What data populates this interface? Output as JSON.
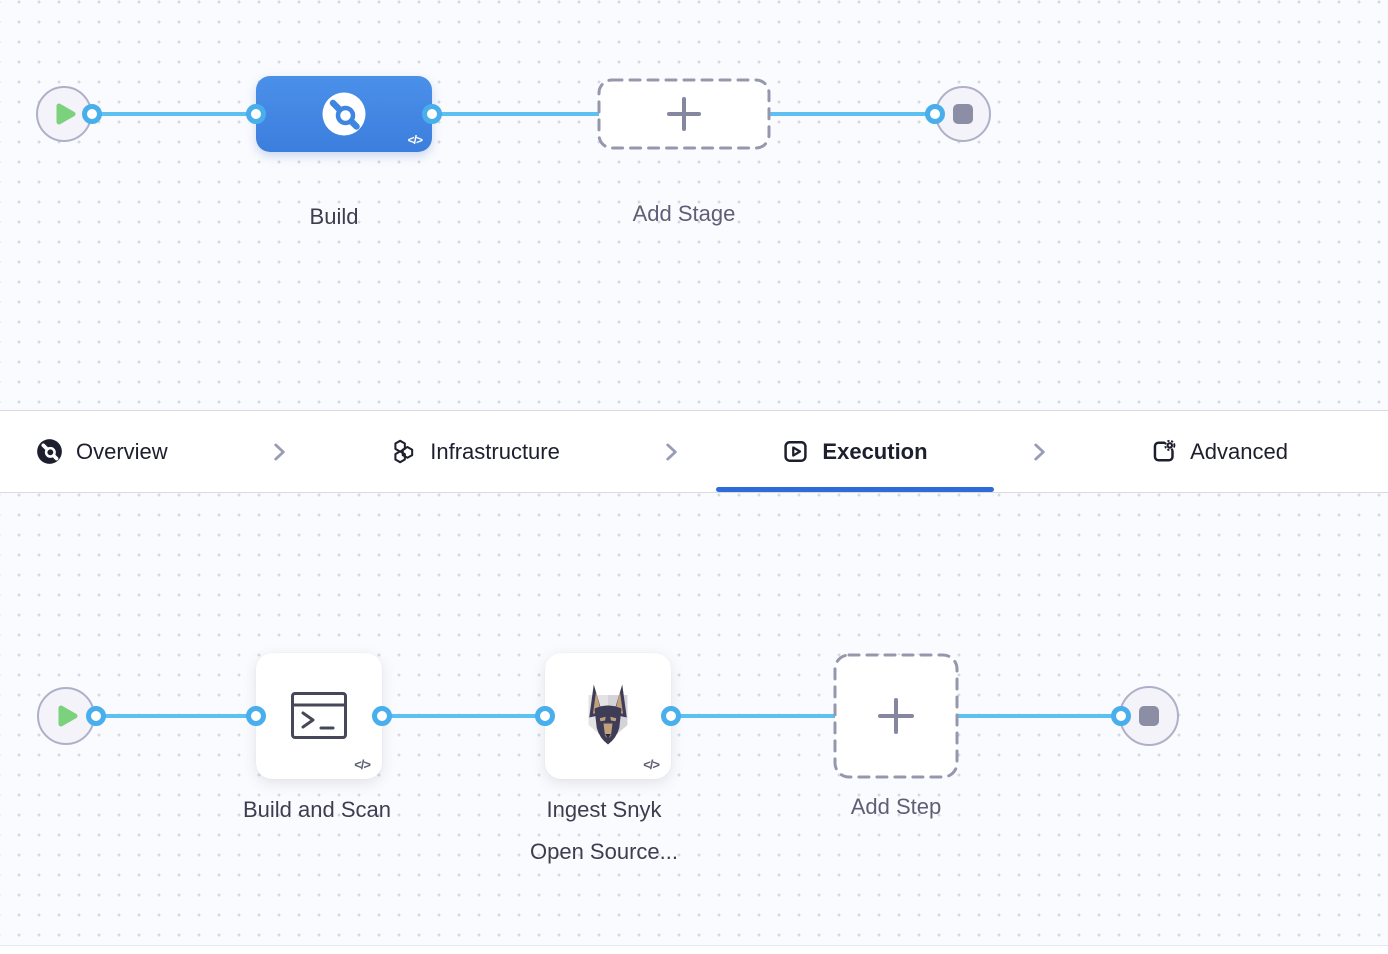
{
  "stage_pipeline": {
    "stage_label": "Build",
    "add_stage_label": "Add Stage",
    "code_badge": "</>"
  },
  "tab_bar": {
    "active_tab": "Execution",
    "tabs": [
      {
        "label": "Overview",
        "icon": "overview-icon"
      },
      {
        "label": "Infrastructure",
        "icon": "infrastructure-icon"
      },
      {
        "label": "Execution",
        "icon": "execution-icon"
      },
      {
        "label": "Advanced",
        "icon": "advanced-icon"
      }
    ]
  },
  "step_pipeline": {
    "steps": [
      {
        "label": "Build and Scan"
      },
      {
        "label_line1": "Ingest Snyk",
        "label_line2": "Open Source..."
      }
    ],
    "add_step_label": "Add Step",
    "code_badge": "</>"
  },
  "colors": {
    "accent_blue": "#2d6bd8",
    "stage_blue": "#3f86e2",
    "edge_blue": "#5cc0f0",
    "port_ring_blue": "#49aeec",
    "success_green": "#7cd17c",
    "canvas_background": "#fafbfe"
  }
}
